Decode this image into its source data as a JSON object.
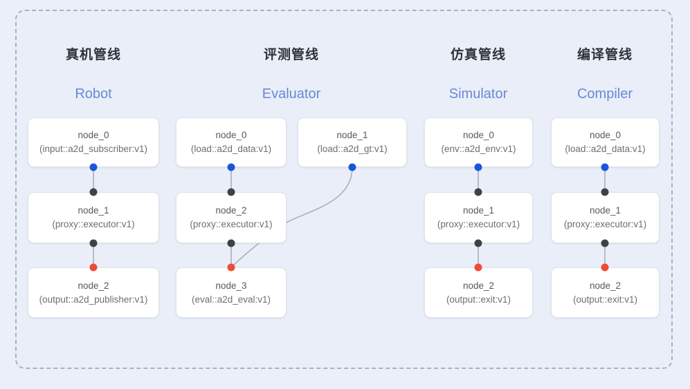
{
  "diagram": {
    "background_color": "#eaeff9",
    "frame_border_color": "#a9b0c0",
    "port_colors": {
      "output": "#1a56db",
      "input": "#3f4145",
      "terminal": "#f04a36"
    }
  },
  "columns": [
    {
      "title": "真机管线",
      "subtitle": "Robot",
      "nodes": [
        {
          "name": "node_0",
          "type": "(input::a2d_subscriber:v1)"
        },
        {
          "name": "node_1",
          "type": "(proxy::executor:v1)"
        },
        {
          "name": "node_2",
          "type": "(output::a2d_publisher:v1)"
        }
      ]
    },
    {
      "title": "评测管线",
      "subtitle": "Evaluator",
      "nodes": [
        {
          "name": "node_0",
          "type": "(load::a2d_data:v1)"
        },
        {
          "name": "node_1",
          "type": "(load::a2d_gt:v1)"
        },
        {
          "name": "node_2",
          "type": "(proxy::executor:v1)"
        },
        {
          "name": "node_3",
          "type": "(eval::a2d_eval:v1)"
        }
      ]
    },
    {
      "title": "仿真管线",
      "subtitle": "Simulator",
      "nodes": [
        {
          "name": "node_0",
          "type": "(env::a2d_env:v1)"
        },
        {
          "name": "node_1",
          "type": "(proxy::executor:v1)"
        },
        {
          "name": "node_2",
          "type": "(output::exit:v1)"
        }
      ]
    },
    {
      "title": "编译管线",
      "subtitle": "Compiler",
      "nodes": [
        {
          "name": "node_0",
          "type": "(load::a2d_data:v1)"
        },
        {
          "name": "node_1",
          "type": "(proxy::executor:v1)"
        },
        {
          "name": "node_2",
          "type": "(output::exit:v1)"
        }
      ]
    }
  ]
}
